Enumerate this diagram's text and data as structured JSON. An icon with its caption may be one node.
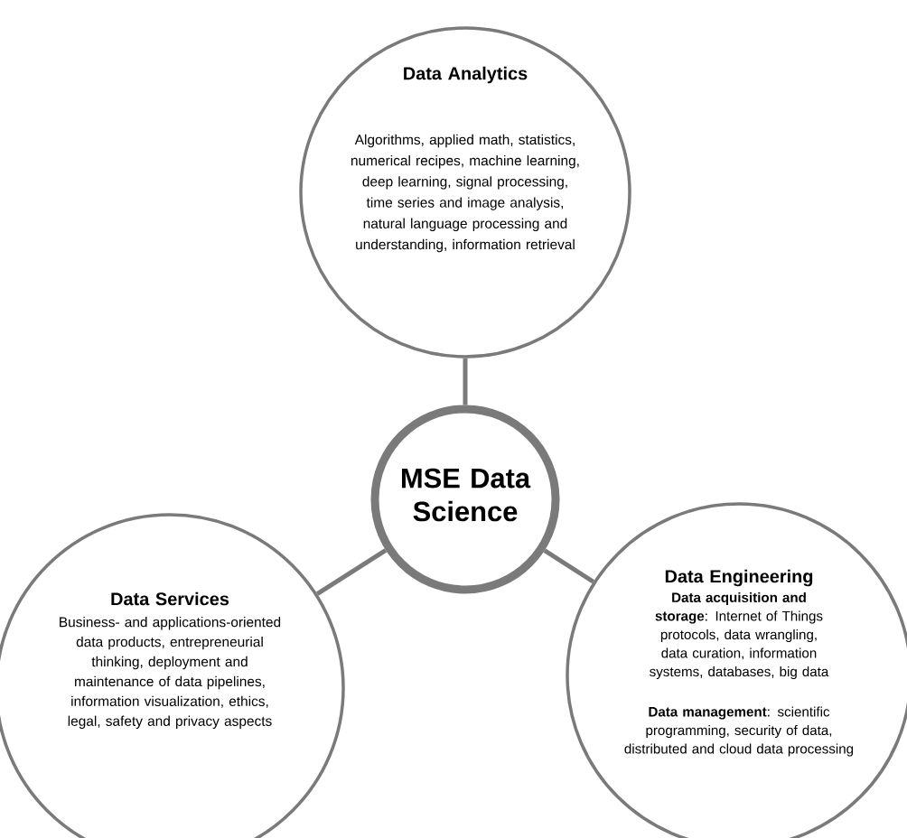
{
  "diagram": {
    "nodes": [
      {
        "text": [
          "Data Analytics",
          "Algorithms, applied math, statistics, numerical recipes, machine learning, deep learning, signal processing, time series and image analysis, natural language processing and understanding, information retrieval"
        ]
      },
      {
        "text": [
          "MSE Data Science"
        ]
      },
      {
        "text": [
          "Data Services",
          "Business- and applications-oriented data products, entrepreneurial thinking, deployment and maintenance of data pipelines, information visualization, ethics, legal, safety and privacy aspects"
        ]
      },
      {
        "text": [
          "Data Engineering",
          "**Data acquisition and storage**: Internet of Things protocols, data wrangling, data curation, information systems, databases, big data",
          "**Data management**: scientific programming, security of data, distributed and cloud data processing"
        ]
      }
    ],
    "edges": [
      {
        "from": 1,
        "to": 0,
        "arrow": "none"
      },
      {
        "from": 1,
        "to": 2,
        "arrow": "none"
      },
      {
        "from": 1,
        "to": 3,
        "arrow": "none"
      }
    ]
  }
}
